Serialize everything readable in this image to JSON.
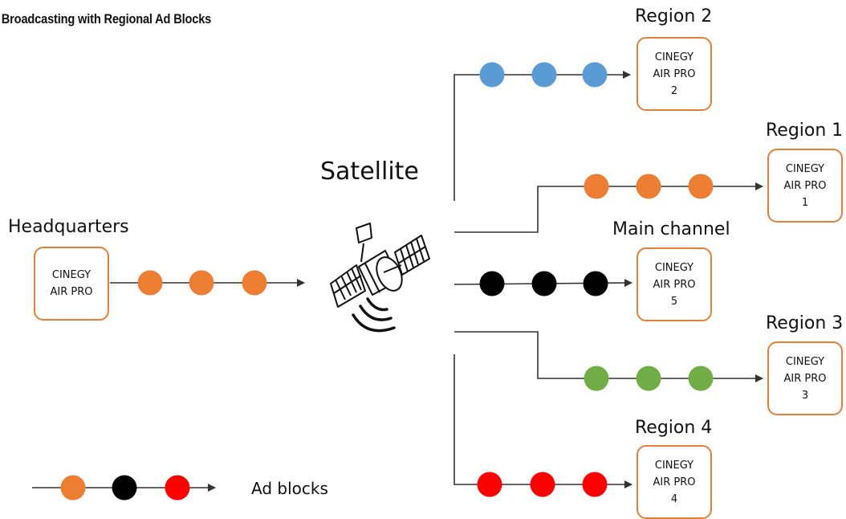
{
  "title": ". Broadcasting with Regional Ad Blocks",
  "colors": {
    "orange": "#ED7D31",
    "blue": "#5B9BD5",
    "black": "#000000",
    "green": "#70AD47",
    "red": "#FF0000",
    "box_border": "#E67E33"
  },
  "nodes": {
    "headquarters": {
      "label": "Headquarters",
      "box": [
        "CINEGY",
        "AIR PRO"
      ],
      "ads": [
        "orange",
        "orange",
        "orange"
      ]
    },
    "satellite": {
      "label": "Satellite",
      "icon": "satellite-icon"
    },
    "region2": {
      "label": "Region 2",
      "box": [
        "CINEGY",
        "AIR PRO",
        "2"
      ],
      "ads": [
        "blue",
        "blue",
        "blue"
      ]
    },
    "region1": {
      "label": "Region 1",
      "box": [
        "CINEGY",
        "AIR PRO",
        "1"
      ],
      "ads": [
        "orange",
        "orange",
        "orange"
      ]
    },
    "main": {
      "label": "Main channel",
      "box": [
        "CINEGY",
        "AIR PRO",
        "5"
      ],
      "ads": [
        "black",
        "black",
        "black"
      ]
    },
    "region3": {
      "label": "Region 3",
      "box": [
        "CINEGY",
        "AIR PRO",
        "3"
      ],
      "ads": [
        "green",
        "green",
        "green"
      ]
    },
    "region4": {
      "label": "Region 4",
      "box": [
        "CINEGY",
        "AIR PRO",
        "4"
      ],
      "ads": [
        "red",
        "red",
        "red"
      ]
    }
  },
  "legend": {
    "label": "Ad blocks",
    "ads": [
      "orange",
      "black",
      "red"
    ]
  }
}
